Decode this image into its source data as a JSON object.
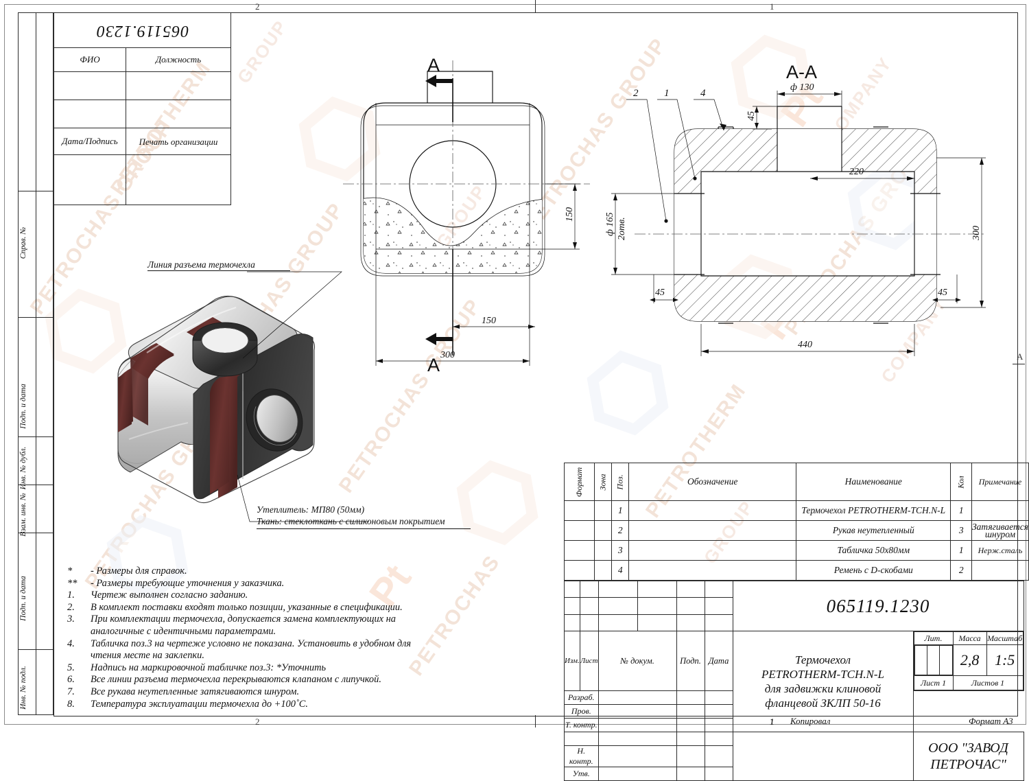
{
  "sheet": {
    "format": "Формат А3",
    "copied_label": "Копировал",
    "zone_top_left": "2",
    "zone_top_right": "1",
    "zone_bottom_left": "2",
    "zone_bottom_right": "1",
    "zone_right_letter": "A",
    "zone_bottom_num": "1"
  },
  "approval_block": {
    "doc_number_rotated": "065119.1230",
    "col_fio": "ФИО",
    "col_position": "Должность",
    "row_date_sign": "Дата/Подпись",
    "row_org_seal": "Печать организации"
  },
  "left_margin": {
    "items": [
      "Справ. №",
      "Подп. и дата",
      "Инв. № дубл.",
      "Взам. инв. №",
      "Подп. и дата",
      "Инв. № подл."
    ]
  },
  "views": {
    "front": {
      "section_letter": "A",
      "dims": {
        "width_total": "300",
        "half_width": "150",
        "height_part": "150"
      }
    },
    "section": {
      "title": "А-А",
      "dims": {
        "nozzle_dia": "ф 130",
        "nozzle_height": "45",
        "inner_width": "220",
        "inner_height": "300",
        "outer_width": "440",
        "side_hole_dia": "ф 165",
        "side_hole_qty": "2отв.",
        "wall_left": "45",
        "wall_right": "45"
      },
      "leaders": [
        "2",
        "1",
        "4"
      ]
    },
    "isometric": {
      "callout_split_line": "Линия разъема термочехла",
      "callout_insulation": "Утеплитель: МП80 (50мм)",
      "callout_fabric": "Ткань: стеклоткань с силиконовым покрытием"
    }
  },
  "notes": {
    "lines": [
      {
        "num": "*",
        "text": "- Размеры для справок."
      },
      {
        "num": "**",
        "text": "- Размеры требующие уточнения у заказчика."
      },
      {
        "num": "1.",
        "text": "Чертеж выполнен согласно заданию."
      },
      {
        "num": "2.",
        "text": "В комплект поставки входят только позиции, указанные в спецификации."
      },
      {
        "num": "3.",
        "text": "При комплектации термочехла, допускается замена комплектующих на",
        "cont": "аналогичные с идентичными параметрами."
      },
      {
        "num": "4.",
        "text": "Табличка поз.3 на чертеже условно не показана. Установить в удобном для",
        "cont": "чтения месте на заклепки."
      },
      {
        "num": "5.",
        "text": "Надпись на маркировочной табличке поз.3:  *Уточнить"
      },
      {
        "num": "6.",
        "text": "Все линии разъема термочехла перекрываются клапаном с липучкой."
      },
      {
        "num": "7.",
        "text": "Все рукава неутепленные затягиваются шнуром."
      },
      {
        "num": "8.",
        "text": "Температура эксплуатации термочехла до +100˚С."
      }
    ]
  },
  "spec_table": {
    "headers": {
      "format": "Формат",
      "zone": "Зона",
      "pos": "Поз.",
      "designation": "Обозначение",
      "name": "Наименование",
      "qty": "Кол",
      "note": "Примечание"
    },
    "rows": [
      {
        "format": "",
        "zone": "",
        "pos": "1",
        "designation": "",
        "name": "Термочехол PETROTHERM-TCH.N-L",
        "qty": "1",
        "note": ""
      },
      {
        "format": "",
        "zone": "",
        "pos": "2",
        "designation": "",
        "name": "Рукав неутепленный",
        "qty": "3",
        "note": "Затягивается шнуром"
      },
      {
        "format": "",
        "zone": "",
        "pos": "3",
        "designation": "",
        "name": "Табличка 50х80мм",
        "qty": "1",
        "note": "Нерж.сталь"
      },
      {
        "format": "",
        "zone": "",
        "pos": "4",
        "designation": "",
        "name": "Ремень с D-скобами",
        "qty": "2",
        "note": ""
      }
    ]
  },
  "title_block": {
    "doc_code": "065119.1230",
    "product_name_lines": [
      "Термочехол",
      "PETROTHERM-TCH.N-L",
      "для задвижки клиновой",
      "фланцевой ЗКЛП 50-16"
    ],
    "col_headers": {
      "izm": "Изм.",
      "list": "Лист",
      "doc_num": "№ докум.",
      "sign": "Подп.",
      "date": "Дата"
    },
    "roles": [
      "Разраб.",
      "Пров.",
      "Т. контр.",
      "",
      "Н. контр.",
      "Утв."
    ],
    "lit_label": "Лит.",
    "mass_label": "Масса",
    "scale_label": "Масштаб",
    "mass_value": "2,8",
    "scale_value": "1:5",
    "sheet_label": "Лист 1",
    "sheets_label": "Листов 1",
    "organization_lines": [
      "ООО \"ЗАВОД",
      "ПЕТРОЧАС\""
    ]
  },
  "colors": {
    "line": "#111111",
    "frame": "#2b2b2b",
    "strap": "#5e2b28",
    "body_light": "#e8e8e8",
    "body_dark": "#3a3a3a",
    "watermark": "#f3e3d8"
  },
  "watermarks": {
    "texts": [
      "PETROCHAS GROUP",
      "PETROTHERM",
      "Pt | PETRO",
      "COMPANY",
      "GROUP"
    ]
  }
}
